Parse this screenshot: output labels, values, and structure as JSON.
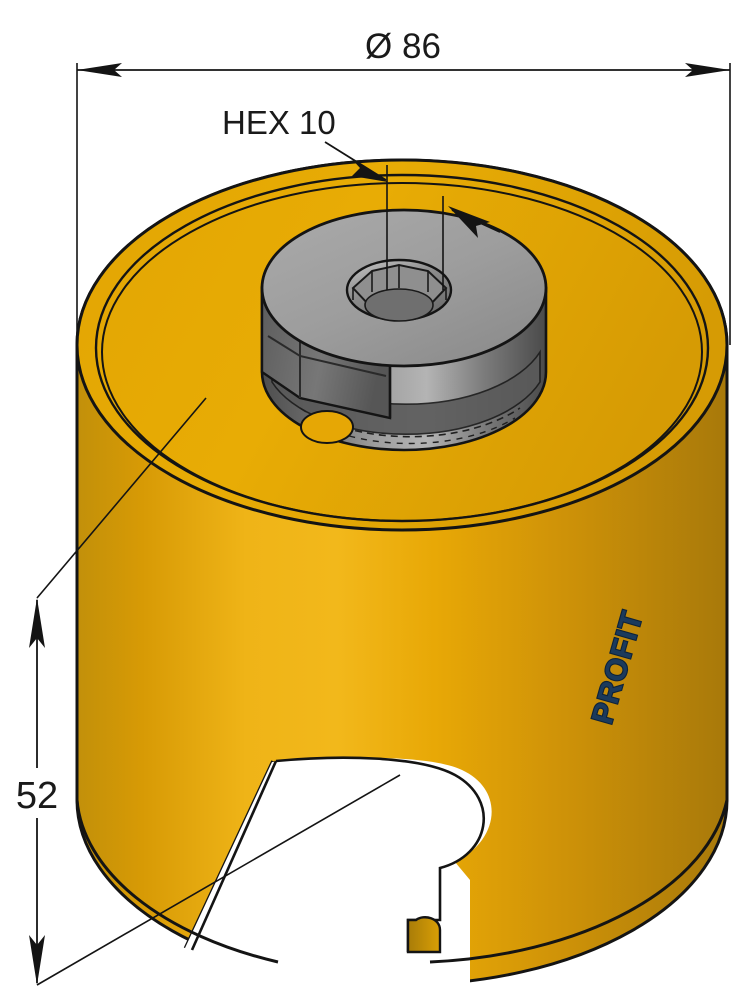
{
  "drawing": {
    "title": "Hole saw technical drawing",
    "background_color": "#ffffff",
    "line_color": "#1a1a1a"
  },
  "dimensions": {
    "diameter": {
      "label": "Ø 86",
      "value": 86,
      "symbol": "Ø",
      "orientation": "horizontal",
      "position": "top"
    },
    "length": {
      "label": "52",
      "value": 52,
      "orientation": "vertical",
      "position": "left"
    }
  },
  "annotations": {
    "hex": {
      "label": "HEX 10",
      "value": 10,
      "type": "hexagon-socket-size"
    }
  },
  "part": {
    "name": "hole-saw",
    "body_color": "#E5A800",
    "body_color_light": "#F2B71C",
    "body_color_dark": "#B8860B",
    "body_outline": "#141414",
    "arbor_color": "#9a9a9a",
    "arbor_color_dark": "#4d4d4d",
    "arbor_color_light": "#c2c2c2",
    "brand": {
      "text": "PROFIT",
      "color": "#1B3A5C",
      "outline_color": "#0d2238"
    }
  }
}
